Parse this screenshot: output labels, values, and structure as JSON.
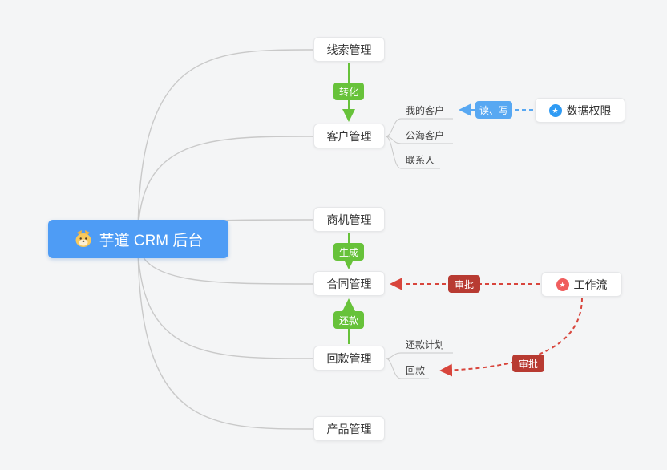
{
  "colors": {
    "canvas-bg": "#f4f5f6",
    "root-bg": "#4e9cf5",
    "connector": "#c9c9c9",
    "green": "#67c23a",
    "blue": "#58a8f2",
    "red-line": "#d8453c",
    "red-badge": "#b83b32",
    "perm-icon": "#2f9bf4",
    "workflow-icon": "#f05e5e"
  },
  "root": {
    "label": "芋道 CRM 后台"
  },
  "modules": [
    {
      "label": "线索管理"
    },
    {
      "label": "客户管理",
      "children": [
        {
          "label": "我的客户"
        },
        {
          "label": "公海客户"
        },
        {
          "label": "联系人"
        }
      ]
    },
    {
      "label": "商机管理"
    },
    {
      "label": "合同管理"
    },
    {
      "label": "回款管理",
      "children": [
        {
          "label": "还款计划"
        },
        {
          "label": "回款"
        }
      ]
    },
    {
      "label": "产品管理"
    }
  ],
  "side_nodes": [
    {
      "label": "数据权限",
      "icon": "star-circle-blue"
    },
    {
      "label": "工作流",
      "icon": "star-circle-red"
    }
  ],
  "edge_labels": {
    "convert": "转化",
    "generate": "生成",
    "repay": "还款",
    "read_write": "读、写",
    "approve_contract": "审批",
    "approve_receivable": "审批"
  },
  "icons": {
    "star": "★"
  }
}
